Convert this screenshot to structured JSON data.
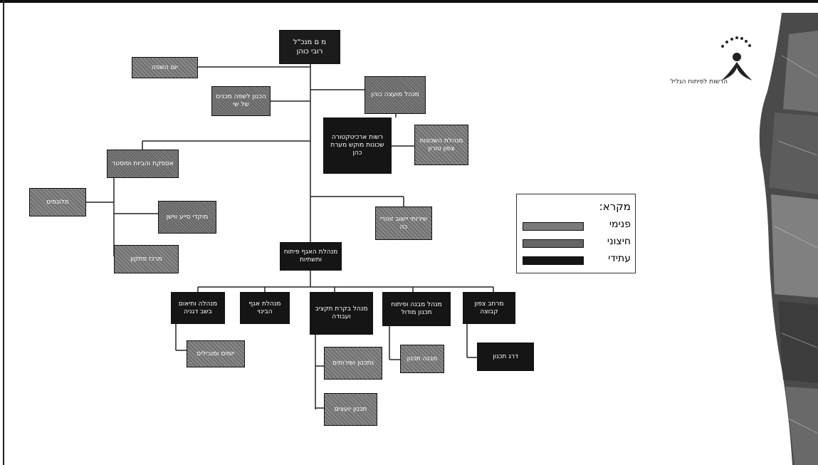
{
  "org_chart": {
    "head": {
      "title": "מ ם מנכ\"ל",
      "subtitle": "רובי כוהן"
    },
    "left_top": "יום השפה",
    "left_second": "הכנון לשפה מכנים של שי",
    "right_top": "מנהל מועצה כוהן",
    "right_mid_a": "רשות ארכיטקטורה שכונות מוקש מערת כהן",
    "right_mid_b": "מנהלת השכונות צפון טורון",
    "left_group_head": "אספקת והביות ופוסטר",
    "far_left": "מלונמים",
    "left_mid": "מוקדי סייע ווישן",
    "left_bottom": "מרכז פתקון",
    "right_low": "שירותי יישוב זוהרי כה",
    "division_head": "מנהלת האגף פיתוח ותשתיות",
    "subunits": [
      "מנהלה ותיאום בשב דגניה",
      "מנהלת אגף הבינוי",
      "מנהל בקרת תקציב ועבודה",
      "מנהל מבנה ופיתוח תכנון מודול",
      "מרחב צפון קבוצה"
    ],
    "children": {
      "a": "יזמים ומובילים",
      "b1": "נתכנון ושירותים",
      "b2": "תכנון יועצים",
      "c": "מבנה תכנון",
      "d": "דרג תכנון"
    }
  },
  "legend": {
    "title": "מקרא:",
    "items": [
      {
        "label": "פנימי",
        "color": "#7a7a7a"
      },
      {
        "label": "חיצוני",
        "color": "#666666"
      },
      {
        "label": "עתידי",
        "color": "#151515"
      }
    ]
  },
  "logo": {
    "text": "הרשות לפיתוח הגליל"
  }
}
